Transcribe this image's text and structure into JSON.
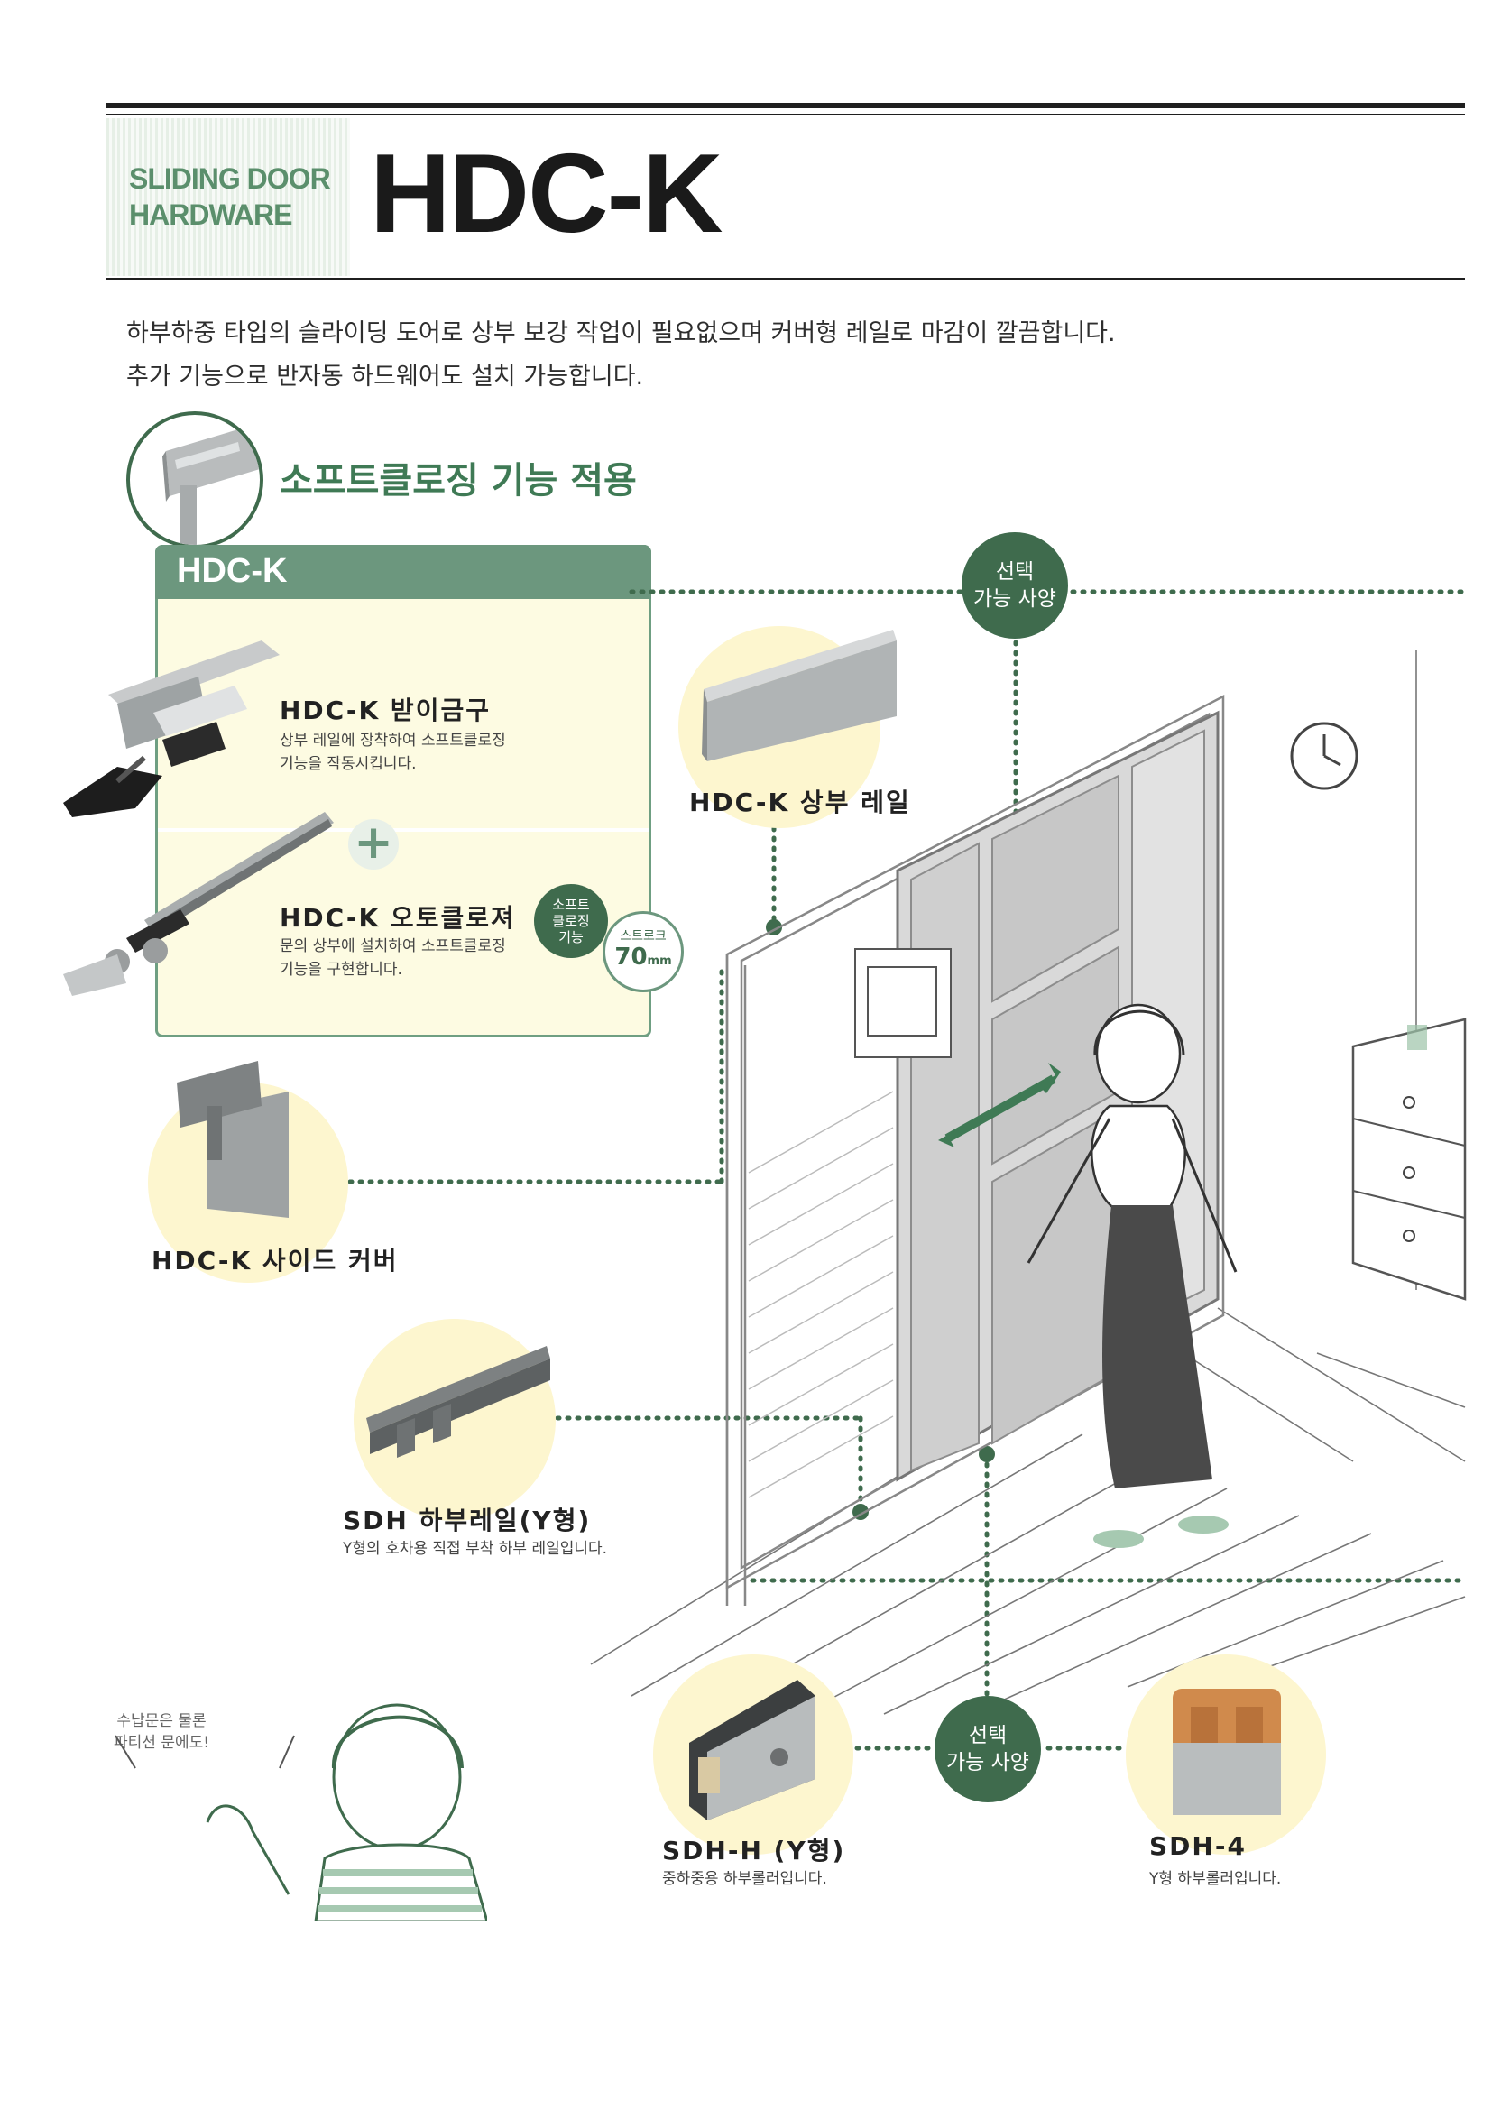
{
  "header": {
    "category": [
      "SLIDING DOOR",
      "HARDWARE"
    ],
    "title": "HDC-K"
  },
  "intro": [
    "하부하중 타입의  슬라이딩  도어로 상부 보강 작업이 필요없으며 커버형 레일로 마감이 깔끔합니다.",
    "추가 기능으로 반자동 하드웨어도 설치 가능합니다."
  ],
  "feature_title": "소프트클로징 기능 적용",
  "panel": {
    "title": "HDC-K",
    "items": [
      {
        "name": "HDC-K 받이금구",
        "desc": [
          "상부 레일에 장착하여 소프트클로징",
          "기능을 작동시킵니다."
        ]
      },
      {
        "name": "HDC-K 오토클로져",
        "desc": [
          "문의 상부에 설치하여 소프트클로징",
          "기능을 구현합니다."
        ]
      }
    ],
    "plus": "+",
    "soft_badge": [
      "소프트",
      "클로징",
      "기능"
    ],
    "stroke_badge": {
      "label": "스트로크",
      "value": "70",
      "unit": "mm"
    }
  },
  "option_label": [
    "선택",
    "가능 사양"
  ],
  "parts": {
    "upper_rail": {
      "name": "HDC-K 상부 레일"
    },
    "side_cover": {
      "name": "HDC-K 사이드 커버"
    },
    "lower_rail": {
      "name": "SDH 하부레일(Y형)",
      "desc": "Y형의 호차용 직접 부착 하부 레일입니다."
    },
    "sdh_h": {
      "name": "SDH-H (Y형)",
      "desc": "중하중용 하부롤러입니다."
    },
    "sdh_4": {
      "name": "SDH-4",
      "desc": "Y형 하부롤러입니다."
    }
  },
  "speech": [
    "수납문은 물론",
    "파티션 문에도!"
  ],
  "colors": {
    "accent": "#3f6b4d",
    "panel_head": "#6c977e",
    "panel_bg": "#fdfbe2",
    "bubble": "#fdf6cf"
  }
}
